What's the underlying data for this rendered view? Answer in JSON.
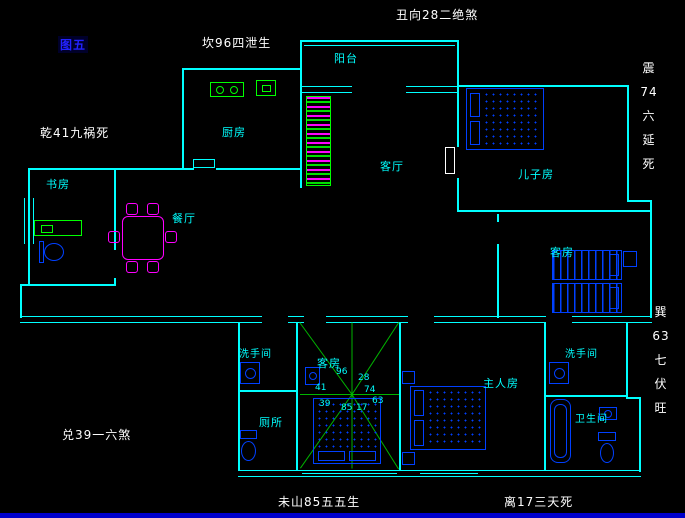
{
  "colors": {
    "background": "#000000",
    "wall_cyan": "#00ffff",
    "furniture_blue": "#0040ff",
    "appliance_green": "#00ff00",
    "dining_magenta": "#ff00ff",
    "annotation_white": "#ffffff",
    "figure_blue": "#2222ff"
  },
  "annotations": {
    "fig": "图五",
    "chou": "丑向28二绝煞",
    "kan": "坎96四泄生",
    "qian": "乾41九祸死",
    "zhen": "震\n74\n六\n延\n死",
    "xun": "巽\n63\n七\n伏\n旺",
    "dui": "兑39一六煞",
    "wei": "未山85五五生",
    "li": "离17三天死"
  },
  "rooms": {
    "balcony": "阳台",
    "kitchen": "厨房",
    "living": "客厅",
    "son_room": "儿子房",
    "guest_right": "客房",
    "study": "书房",
    "dining": "餐厅",
    "wash1": "洗手间",
    "toilet": "厕所",
    "guest_bottom": "客房",
    "master": "主人房",
    "wash2": "洗手间",
    "bath": "卫生间"
  },
  "compass": {
    "numbers": [
      "96",
      "28",
      "41",
      "74",
      "39",
      "85",
      "17",
      "63"
    ]
  }
}
